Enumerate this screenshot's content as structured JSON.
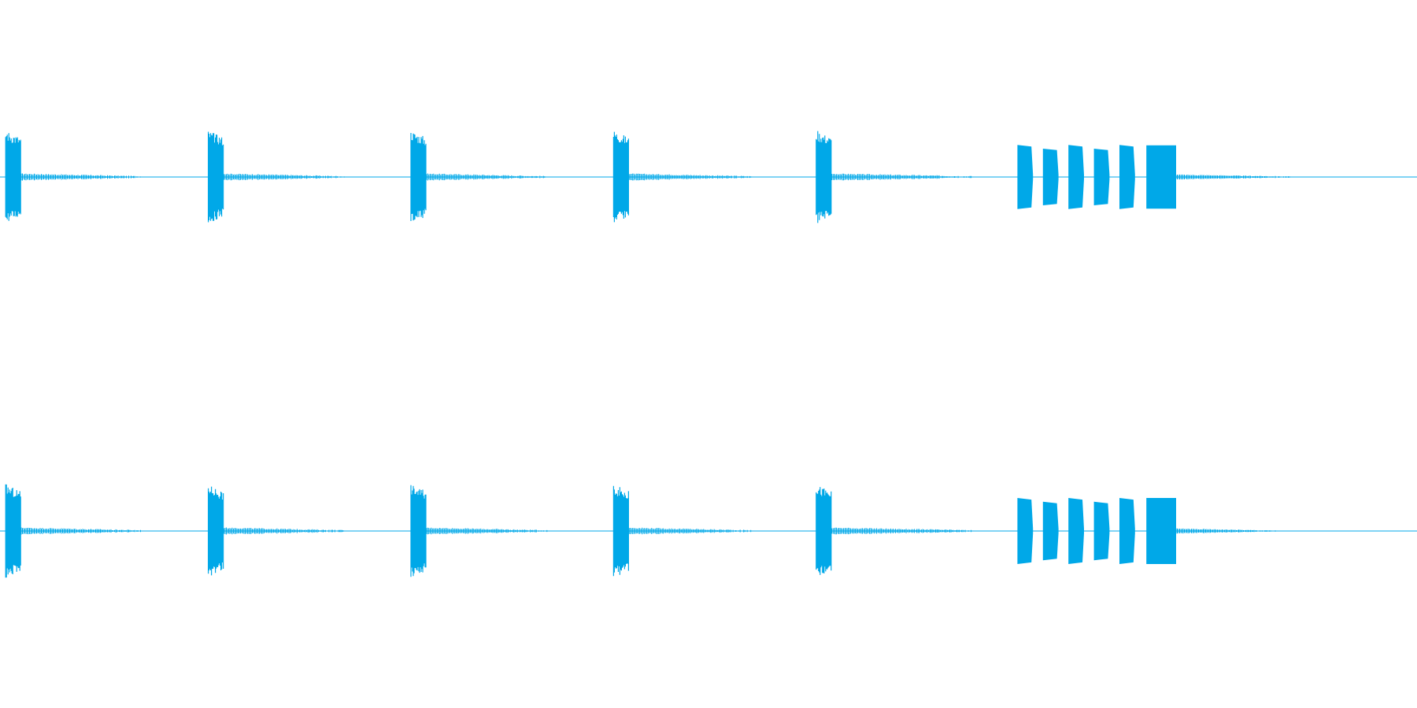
{
  "waveform": {
    "color": "#00a8e8",
    "background": "#ffffff",
    "channels": [
      {
        "name": "",
        "single_bursts": [
          {
            "start": 0.004,
            "end": 0.015,
            "amplitude": 0.9
          },
          {
            "start": 0.147,
            "end": 0.158,
            "amplitude": 0.9
          },
          {
            "start": 0.29,
            "end": 0.301,
            "amplitude": 0.9
          },
          {
            "start": 0.433,
            "end": 0.444,
            "amplitude": 0.9
          },
          {
            "start": 0.576,
            "end": 0.587,
            "amplitude": 0.9
          }
        ],
        "tails": [
          {
            "start": 0.015,
            "end": 0.1
          },
          {
            "start": 0.158,
            "end": 0.243
          },
          {
            "start": 0.301,
            "end": 0.386
          },
          {
            "start": 0.444,
            "end": 0.53
          },
          {
            "start": 0.587,
            "end": 0.686
          }
        ],
        "burst_group": [
          {
            "start": 0.718,
            "end": 0.729,
            "amplitude": 0.68
          },
          {
            "start": 0.736,
            "end": 0.747,
            "amplitude": 0.6
          },
          {
            "start": 0.754,
            "end": 0.765,
            "amplitude": 0.68
          },
          {
            "start": 0.772,
            "end": 0.783,
            "amplitude": 0.6
          },
          {
            "start": 0.79,
            "end": 0.801,
            "amplitude": 0.68
          },
          {
            "start": 0.809,
            "end": 0.83,
            "amplitude": 0.67
          }
        ],
        "group_tail": {
          "start": 0.83,
          "end": 0.91
        }
      },
      {
        "name": "",
        "single_bursts": [
          {
            "start": 0.004,
            "end": 0.015,
            "amplitude": 0.9
          },
          {
            "start": 0.147,
            "end": 0.158,
            "amplitude": 0.9
          },
          {
            "start": 0.29,
            "end": 0.301,
            "amplitude": 0.9
          },
          {
            "start": 0.433,
            "end": 0.444,
            "amplitude": 0.9
          },
          {
            "start": 0.576,
            "end": 0.587,
            "amplitude": 0.9
          }
        ],
        "tails": [
          {
            "start": 0.015,
            "end": 0.1
          },
          {
            "start": 0.158,
            "end": 0.243
          },
          {
            "start": 0.301,
            "end": 0.386
          },
          {
            "start": 0.444,
            "end": 0.53
          },
          {
            "start": 0.587,
            "end": 0.686
          }
        ],
        "burst_group": [
          {
            "start": 0.718,
            "end": 0.729,
            "amplitude": 0.7
          },
          {
            "start": 0.736,
            "end": 0.747,
            "amplitude": 0.62
          },
          {
            "start": 0.754,
            "end": 0.765,
            "amplitude": 0.7
          },
          {
            "start": 0.772,
            "end": 0.783,
            "amplitude": 0.62
          },
          {
            "start": 0.79,
            "end": 0.801,
            "amplitude": 0.7
          },
          {
            "start": 0.809,
            "end": 0.83,
            "amplitude": 0.7
          }
        ],
        "group_tail": {
          "start": 0.83,
          "end": 0.9
        }
      }
    ]
  }
}
